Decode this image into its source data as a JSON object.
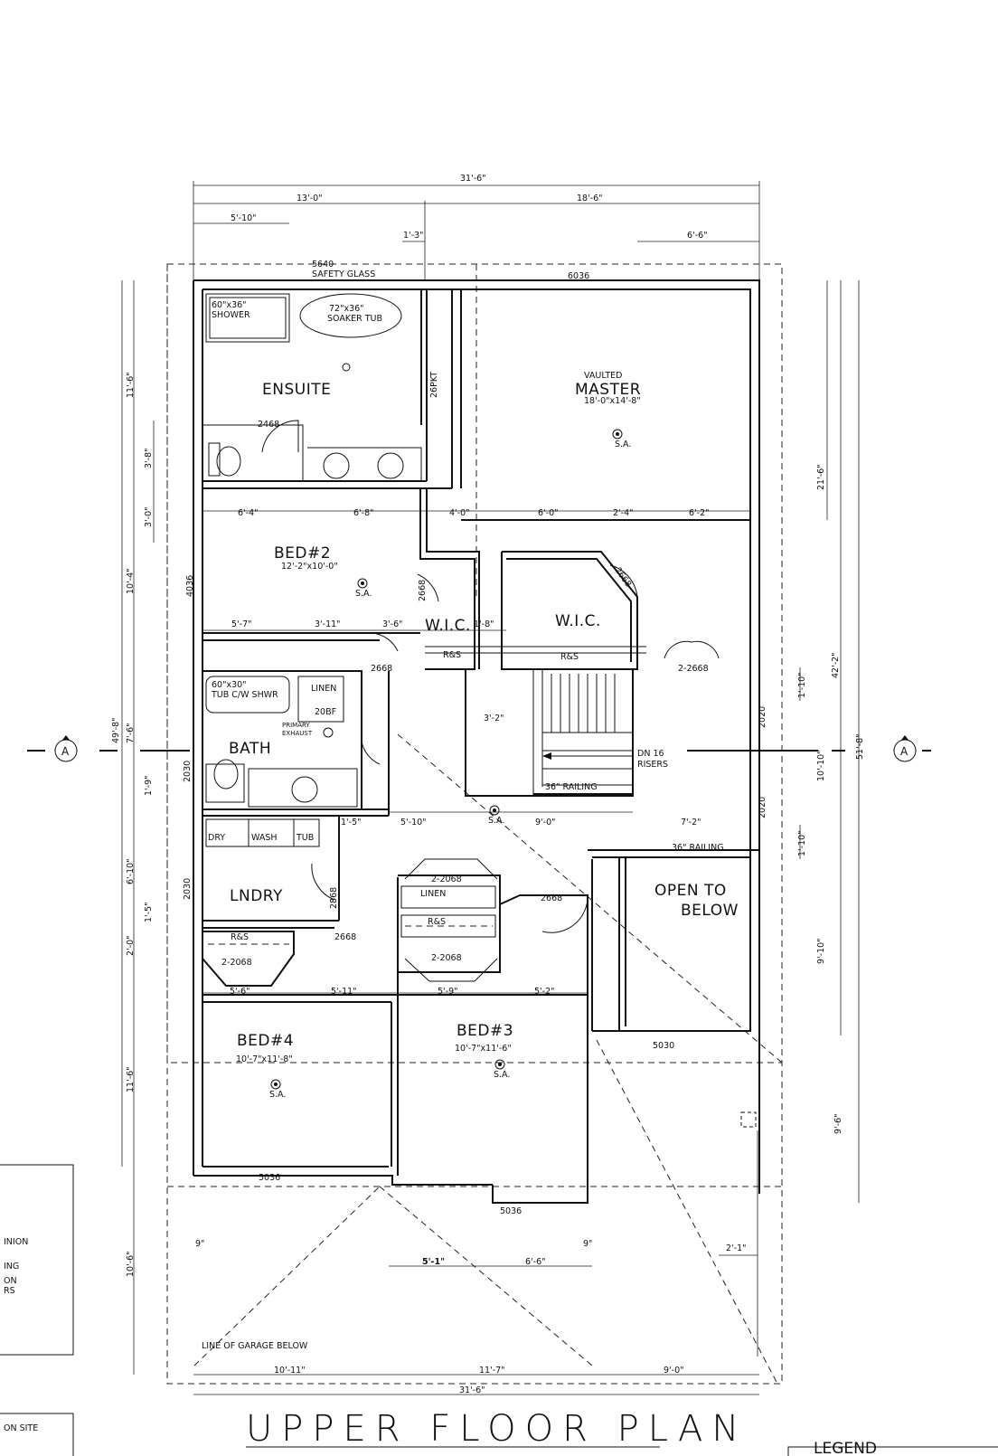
{
  "title": "UPPER FLOOR PLAN",
  "legend_title": "LEGEND",
  "rooms": {
    "ensuite": "ENSUITE",
    "master_vaulted": "VAULTED",
    "master": "MASTER",
    "master_size": "18'-0\"x14'-8\"",
    "bed2": "BED#2",
    "bed2_size": "12'-2\"x10'-0\"",
    "wic": "W.I.C.",
    "wic_small": "W.I.C.",
    "bath": "BATH",
    "lndry": "LNDRY",
    "bed4": "BED#4",
    "bed4_size": "10'-7\"x11'-8\"",
    "bed3": "BED#3",
    "bed3_size": "10'-7\"x11'-6\"",
    "open_to": "OPEN TO",
    "below": "BELOW"
  },
  "labels": {
    "shower": [
      "60\"x36\"",
      "SHOWER"
    ],
    "soaker": [
      "72\"x36\"",
      "SOAKER TUB"
    ],
    "safety_glass": [
      "5640",
      "SAFETY GLASS"
    ],
    "tub": [
      "60\"x30\"",
      "TUB C/W SHWR"
    ],
    "linen": "LINEN",
    "linen2": "LINEN",
    "bf": "20BF",
    "exhaust": [
      "PRIMARY",
      "EXHAUST"
    ],
    "dry": "DRY",
    "wash": "WASH",
    "tub_l": "TUB",
    "rs1": "R&S",
    "rs2": "R&S",
    "rs3": "R&S",
    "rs4": "R&S",
    "dn": [
      "DN 16",
      "RISERS"
    ],
    "railing1": "36\" RAILING",
    "railing2": "36\" RAILING",
    "garage": "LINE OF GARAGE BELOW",
    "sa": "S.A.",
    "pkt": "26PKT"
  },
  "doors_windows": [
    "6036",
    "2468",
    "4036",
    "2668",
    "2668",
    "2668",
    "2-2668",
    "2020",
    "2020",
    "2030",
    "2030",
    "2868",
    "2668",
    "2-2068",
    "2-2068",
    "2-2068",
    "2668",
    "5030",
    "5036",
    "5036"
  ],
  "dims_top": [
    "31'-6\"",
    "13'-0\"",
    "18'-6\"",
    "5'-10\"",
    "1'-3\"",
    "6'-6\""
  ],
  "dims_interior": [
    "6'-4\"",
    "6'-8\"",
    "4'-0\"",
    "6'-0\"",
    "2'-4\"",
    "6'-2\"",
    "5'-7\"",
    "3'-11\"",
    "3'-6\"",
    "1'-8\"",
    "3'-2\"",
    "5'-10\"",
    "9'-0\"",
    "7'-2\"",
    "1'-5\"",
    "5'-6\"",
    "5'-11\"",
    "5'-9\"",
    "5'-2\"",
    "5'-1\"",
    "6'-6\"",
    "2'-1\""
  ],
  "dims_left": [
    "11'-6\"",
    "3'-8\"",
    "3'-0\"",
    "10'-4\"",
    "7'-6\"",
    "49'-8\"",
    "1'-9\"",
    "6'-10\"",
    "1'-5\"",
    "2'-0\"",
    "11'-6\"",
    "10'-6\""
  ],
  "dims_right": [
    "21'-6\"",
    "42'-2\"",
    "51'-8\"",
    "1'-10\"",
    "10'-10\"",
    "1'-10\"",
    "9'-10\"",
    "9'-6\""
  ],
  "dims_bottom": [
    "10'-11\"",
    "11'-7\"",
    "9'-0\"",
    "31'-6\"",
    "9\"",
    "9\""
  ],
  "section_marker": "A",
  "partial_left": [
    "INION",
    "ING",
    "ON",
    "RS",
    "ON SITE"
  ]
}
